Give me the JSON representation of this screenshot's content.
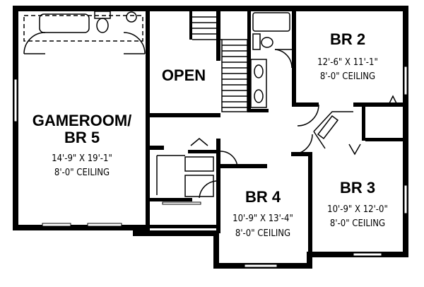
{
  "rooms": {
    "gameroom": {
      "name_line1": "GAMEROOM/",
      "name_line2": "BR 5",
      "size": "14'-9\" X 19'-1\"",
      "ceiling": "8'-0\" CEILING"
    },
    "open": {
      "name": "OPEN"
    },
    "br2": {
      "name": "BR 2",
      "size": "12'-6\" X 11'-1\"",
      "ceiling": "8'-0\" CEILING"
    },
    "br3": {
      "name": "BR 3",
      "size": "10'-9\" X 12'-0\"",
      "ceiling": "8'-0\" CEILING"
    },
    "br4": {
      "name": "BR 4",
      "size": "10'-9\" X 13'-4\"",
      "ceiling": "8'-0\" CEILING"
    }
  }
}
